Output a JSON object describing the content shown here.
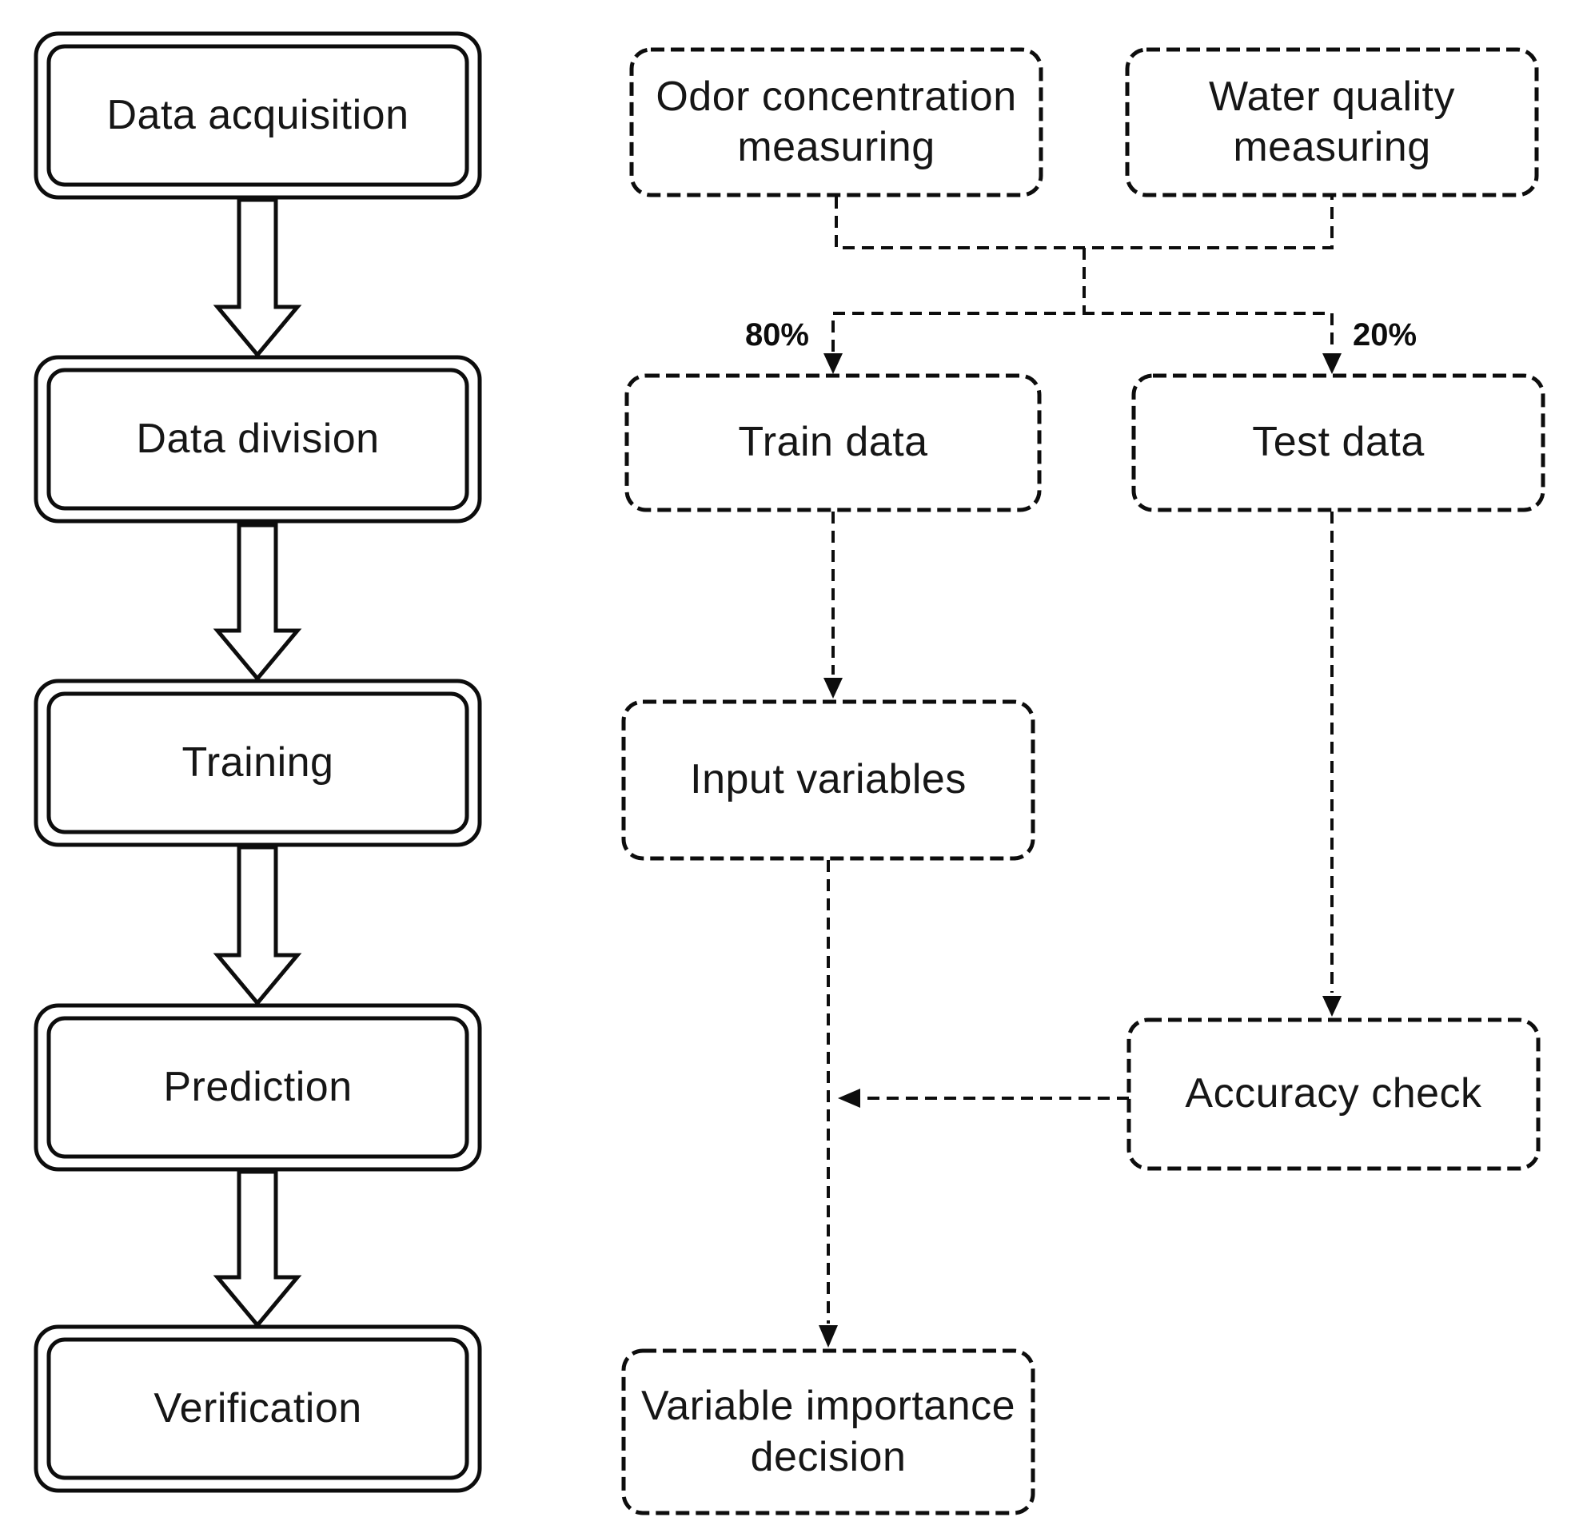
{
  "flowchart": {
    "left_steps": [
      {
        "label": "Data acquisition"
      },
      {
        "label": "Data division"
      },
      {
        "label": "Training"
      },
      {
        "label": "Prediction"
      },
      {
        "label": "Verification"
      }
    ],
    "right_nodes": {
      "odor": {
        "label": "Odor concentration measuring"
      },
      "water": {
        "label": "Water quality measuring"
      },
      "train": {
        "label": "Train data"
      },
      "test": {
        "label": "Test data"
      },
      "input": {
        "label": "Input variables"
      },
      "accuracy": {
        "label": "Accuracy check"
      },
      "importance": {
        "label": "Variable importance decision"
      }
    },
    "split_labels": {
      "train_pct": "80%",
      "test_pct": "20%"
    },
    "colors": {
      "stroke": "#0d0d0d",
      "background": "#ffffff",
      "text": "#161616"
    }
  }
}
